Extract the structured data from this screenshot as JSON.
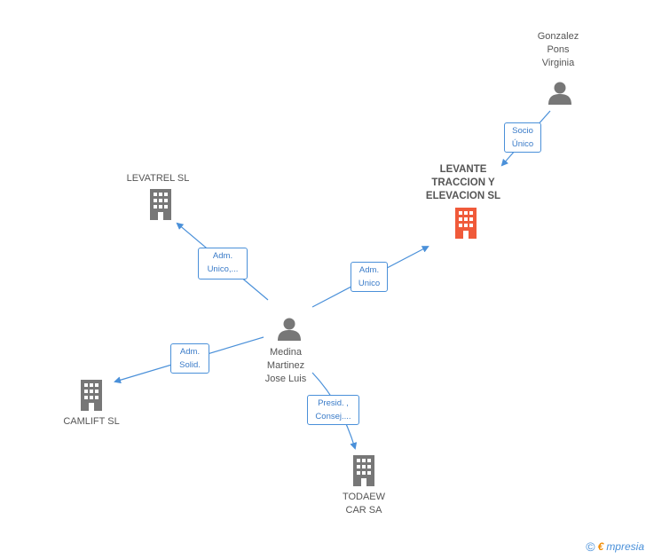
{
  "colors": {
    "edge": "#4a90d9",
    "person_icon": "#777777",
    "company_icon": "#777777",
    "highlight_icon": "#f05a3a"
  },
  "nodes": {
    "gonzalez": {
      "label": "Gonzalez\nPons\nVirginia",
      "icon": "person-icon"
    },
    "levante": {
      "label": "LEVANTE\nTRACCION Y\nELEVACION SL",
      "icon": "building-icon"
    },
    "levatrel": {
      "label": "LEVATREL SL",
      "icon": "building-icon"
    },
    "medina": {
      "label": "Medina\nMartinez\nJose Luis",
      "icon": "person-icon"
    },
    "camlift": {
      "label": "CAMLIFT SL",
      "icon": "building-icon"
    },
    "todaew": {
      "label": "TODAEW\nCAR SA",
      "icon": "building-icon"
    }
  },
  "relations": {
    "socio": "Socio\nÚnico",
    "adm_unico_levante": "Adm.\nUnico",
    "adm_unico_levatrel": "Adm.\nUnico,...",
    "adm_solid": "Adm.\nSolid.",
    "presid": "Presid. ,\nConsej...."
  },
  "footer": {
    "copyright": "©",
    "brand_first": "€",
    "brand_rest": "mpresia"
  }
}
